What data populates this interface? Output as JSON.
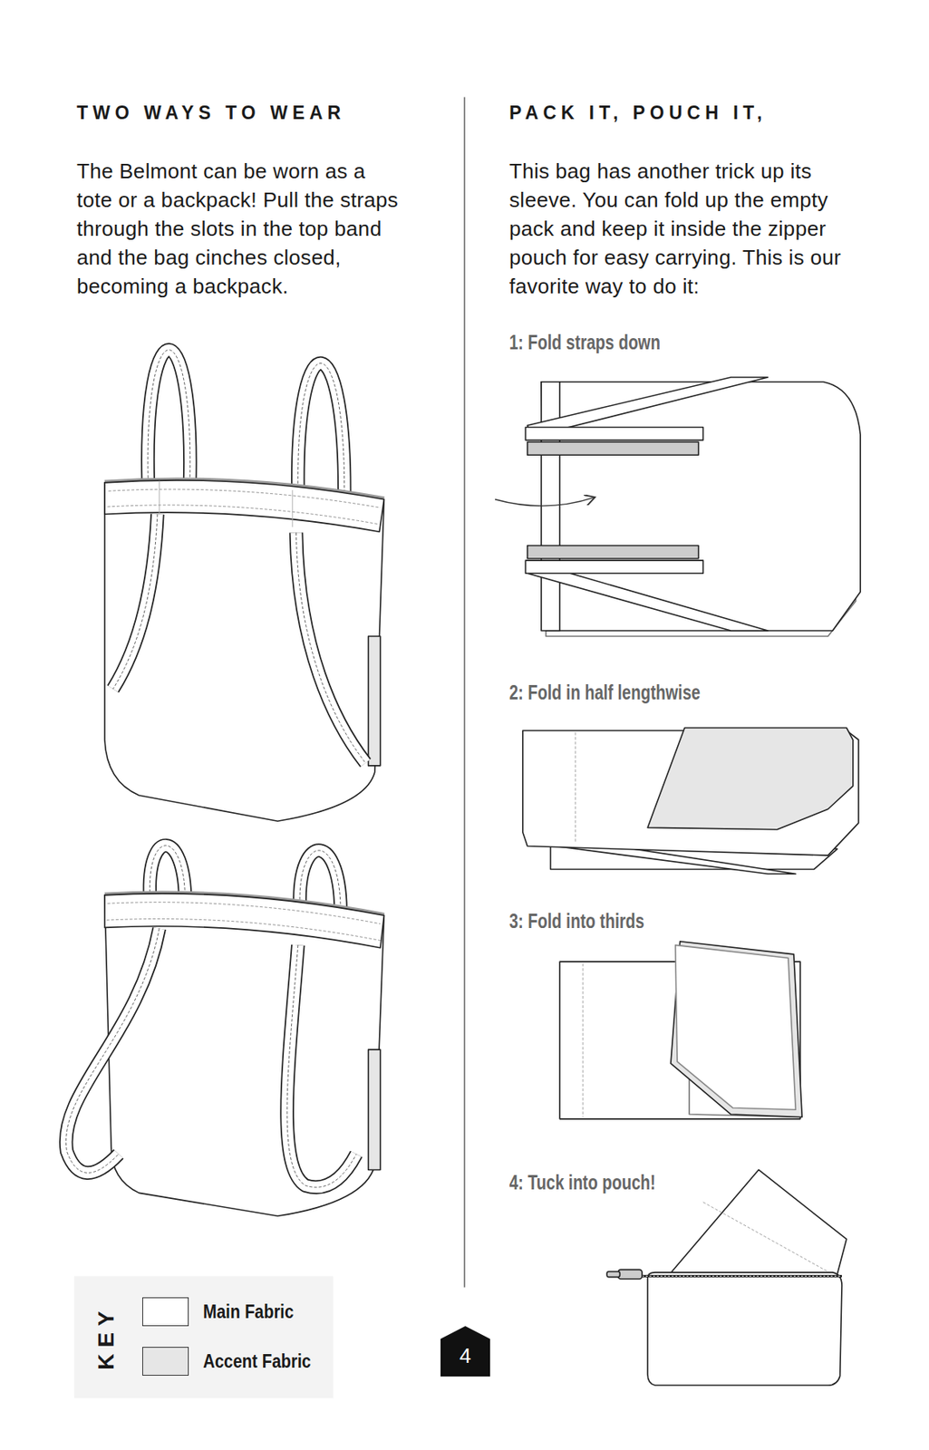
{
  "diagram": {
    "nodes": [
      {
        "text": [
          "4"
        ]
      }
    ],
    "labels": [
      "TWO WAYS TO WEAR",
      "The Belmont can be worn as a tote or a backpack! Pull the straps through the slots in the top band and the bag cinches closed, becoming a backpack.",
      "PACK IT, POUCH IT,",
      "This bag has another trick up its sleeve. You can fold up the empty pack and keep it inside the zipper pouch for easy carrying. This is our favorite way to do it:",
      "1: Fold straps down",
      "2: Fold in half lengthwise",
      "3: Fold into thirds",
      "4: Tuck into pouch!",
      "KEY"
    ],
    "legend": [
      {
        "text": "Main Fabric",
        "color": "#ffffff"
      },
      {
        "text": "Accent Fabric",
        "color": "#e6e6e6"
      }
    ]
  }
}
